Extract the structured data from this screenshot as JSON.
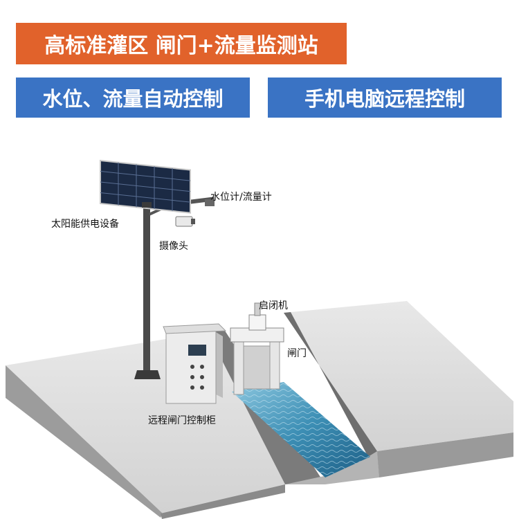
{
  "title_banner": {
    "text": "高标准灌区 闸门+流量监测站",
    "color": "#e1622b"
  },
  "features": [
    {
      "text": "水位、流量自动控制",
      "color": "#3a73c4"
    },
    {
      "text": "手机电脑远程控制",
      "color": "#3a73c4"
    }
  ],
  "labels": {
    "sensor": "水位计/流量计",
    "solar": "太阳能供电设备",
    "camera": "摄像头",
    "hoist": "启闭机",
    "gate": "闸门",
    "cabinet": "远程闸门控制柜"
  },
  "colors": {
    "slab_top": "#dadada",
    "slab_side": "#a9a9a9",
    "water": "#3d8fb5",
    "pole": "#4a4a4a",
    "panel": "#1b2a44"
  }
}
